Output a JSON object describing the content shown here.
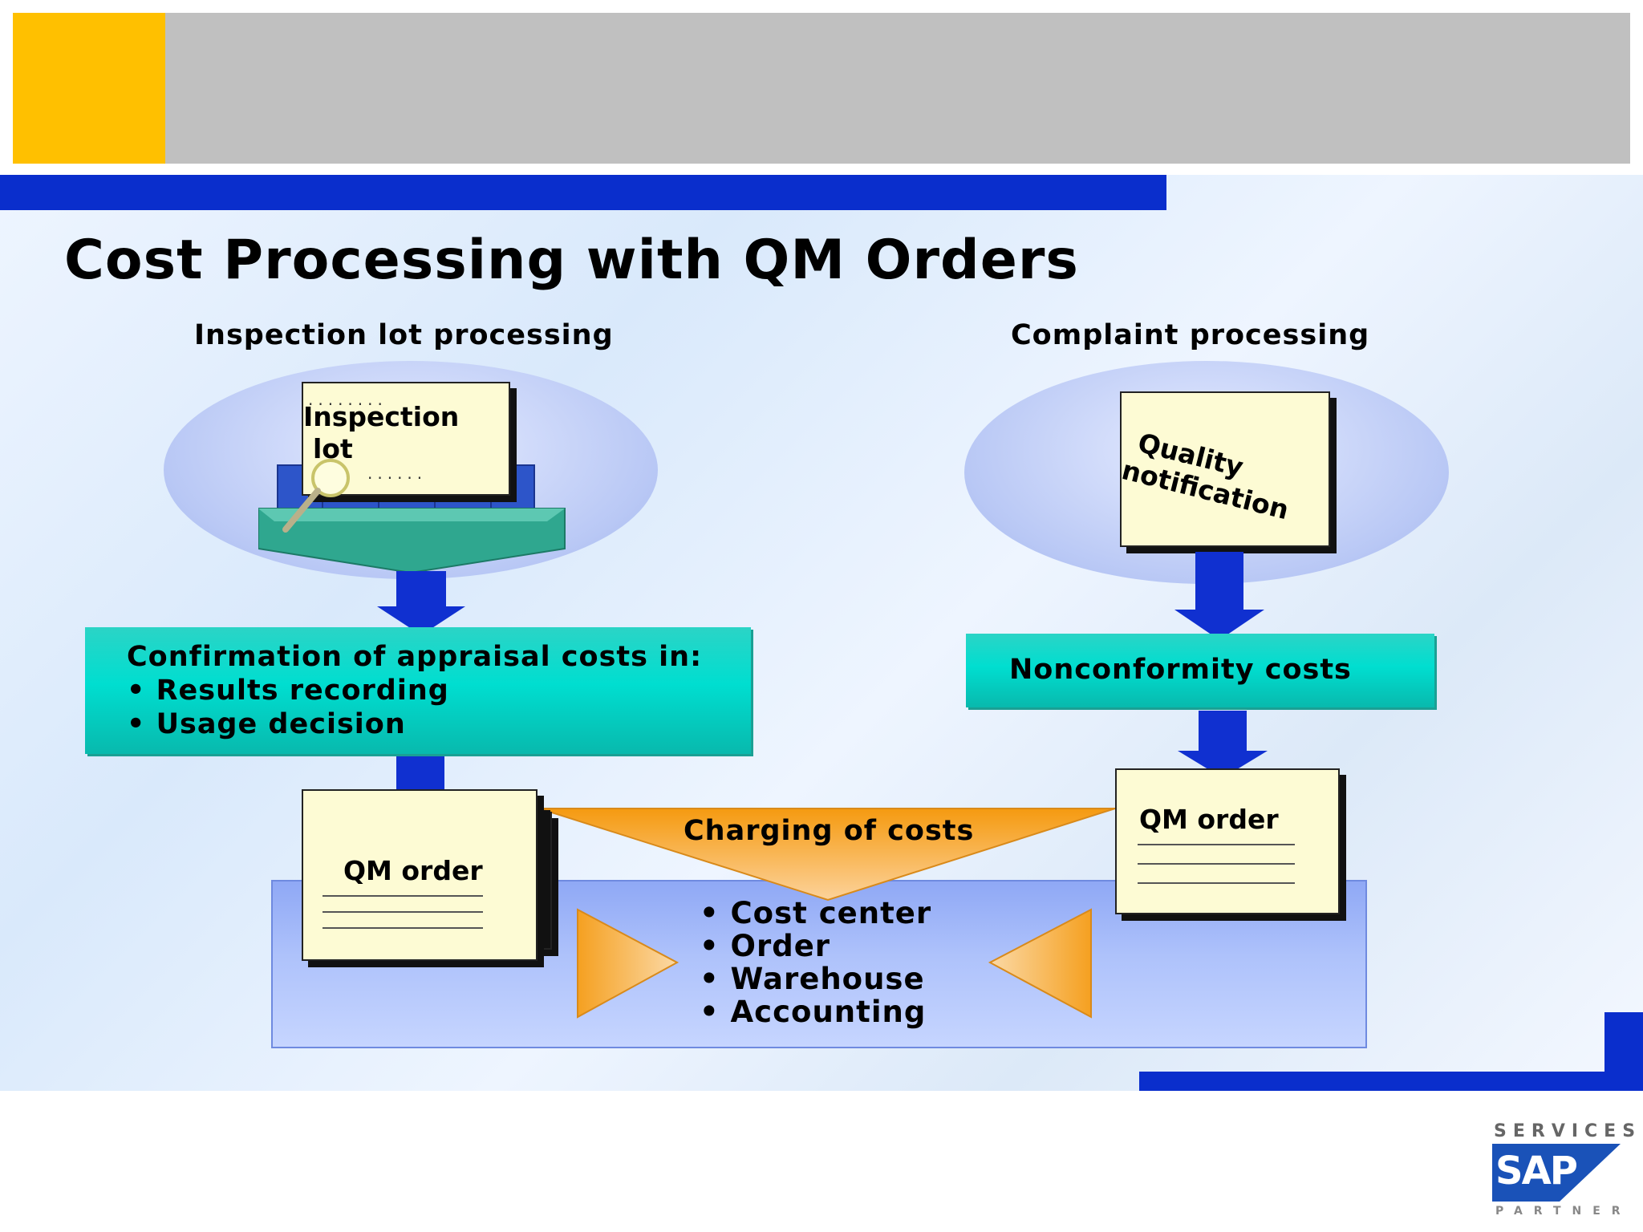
{
  "slide": {
    "title": "Cost Processing with QM Orders",
    "colors": {
      "header_gray": "#c0c0c0",
      "header_accent": "#ffc000",
      "bar_blue": "#0a2ecc",
      "teal": "#00ded0",
      "orange": "#f5a020",
      "note_yellow": "#fdfbd4"
    }
  },
  "left": {
    "section_label": "Inspection lot processing",
    "document_line1": "Inspection",
    "document_line2": "lot",
    "box_heading": "Confirmation of appraisal costs in:",
    "box_items": [
      "Results recording",
      "Usage decision"
    ],
    "order_label": "QM  order"
  },
  "right": {
    "section_label": "Complaint processing",
    "document_line1": "Quality",
    "document_line2": "notification",
    "box_label": "Nonconformity costs",
    "order_label": "QM  order"
  },
  "center": {
    "charging_label": "Charging of costs",
    "targets": [
      "Cost center",
      "Order",
      "Warehouse",
      "Accounting"
    ]
  },
  "logo": {
    "top_text": "SERVICES",
    "main_text": "SAP",
    "bottom_text": "PARTNER"
  },
  "icons": {
    "inspection": "magnifier-icon",
    "materials": "stock-pallet-icon",
    "arrows": "down-arrow-icon"
  }
}
